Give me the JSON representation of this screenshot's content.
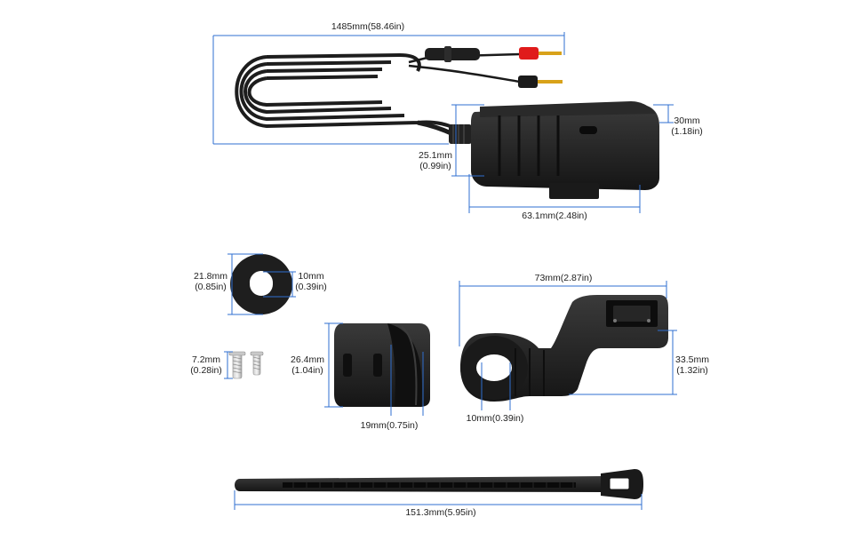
{
  "colors": {
    "dimension_line": "#2f6fd0",
    "product_body": "#1c1c1c",
    "product_highlight": "#3a3a3a",
    "red_terminal": "#e01b1b",
    "gold_pin": "#d8a21a"
  },
  "parts": {
    "charger": {
      "cable_length_label": "1485mm(58.46in)",
      "height_label_mm": "25.1mm",
      "height_label_in": "(0.99in)",
      "depth_label_mm": "30mm",
      "depth_label_in": "(1.18in)",
      "width_label": "63.1mm(2.48in)"
    },
    "rubber_ring": {
      "outer_label_mm": "21.8mm",
      "outer_label_in": "(0.85in)",
      "inner_label_mm": "10mm",
      "inner_label_in": "(0.39in)"
    },
    "screws": {
      "length_label_mm": "7.2mm",
      "length_label_in": "(0.28in)"
    },
    "clamp": {
      "height_label_mm": "26.4mm",
      "height_label_in": "(1.04in)",
      "bore_label": "19mm(0.75in)"
    },
    "bracket": {
      "width_label": "73mm(2.87in)",
      "height_label_mm": "33.5mm",
      "height_label_in": "(1.32in)",
      "hole_label": "10mm(0.39in)"
    },
    "cable_tie": {
      "length_label": "151.3mm(5.95in)"
    }
  }
}
